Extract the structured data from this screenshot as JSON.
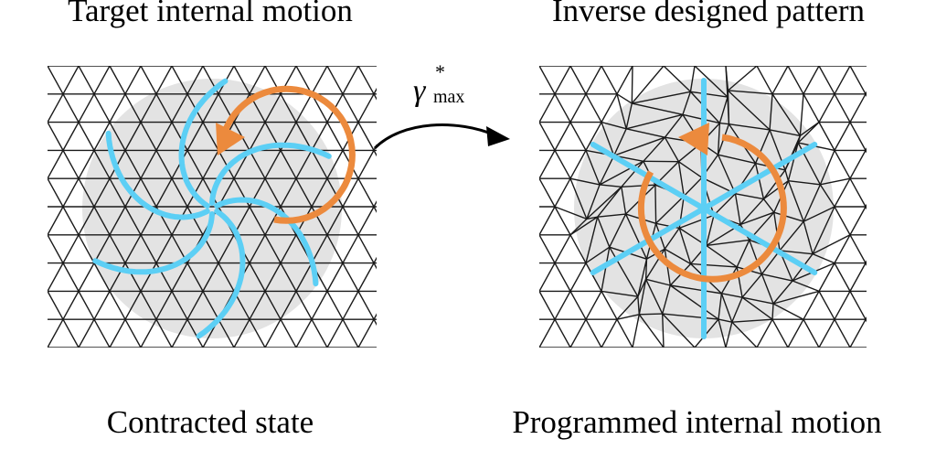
{
  "figure": {
    "left_panel": {
      "title": "Target internal motion",
      "label": "Contracted state"
    },
    "right_panel": {
      "title": "Inverse designed pattern",
      "label": "Programmed internal motion"
    },
    "transition": {
      "symbol": "γ",
      "superscript": "*",
      "subscript": "max"
    },
    "colors": {
      "mesh": "#1a1a1a",
      "region": "#e3e3e3",
      "flow_lines": "#5ccff5",
      "rotation_arrow": "#ec8a3d",
      "transition_arrow": "#000000"
    }
  }
}
